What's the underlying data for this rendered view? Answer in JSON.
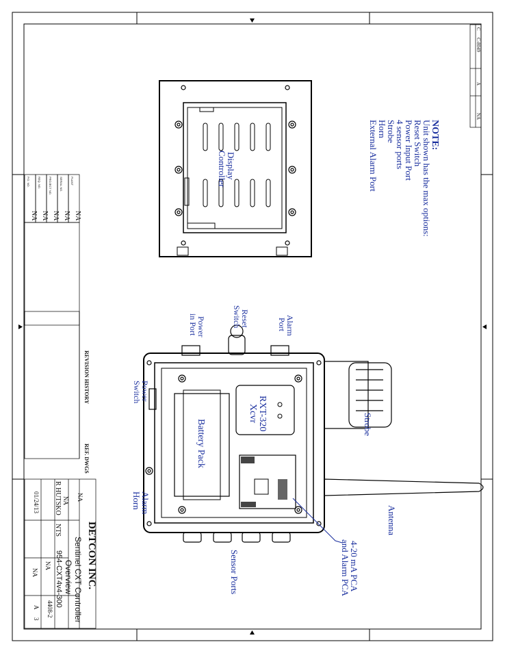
{
  "note": {
    "title": "NOTE:",
    "lines": [
      "Unit shown has the max options:",
      "Reset Switch",
      "Power Input Port",
      "4 sensor ports",
      "Strobe",
      "Horn",
      "External Alarm Port"
    ]
  },
  "callouts": {
    "display_controller": [
      "Display",
      "Controller"
    ],
    "alarm_port": [
      "Alarm",
      "Port"
    ],
    "reset_switch": [
      "Reset",
      "Switch"
    ],
    "power_in_port": [
      "Power",
      "in Port"
    ],
    "power_switch": [
      "Power",
      "Switch"
    ],
    "rxt_xcvr": [
      "RXT-320",
      "Xcvr"
    ],
    "battery_pack": "Battery Pack",
    "strobe": "Strobe",
    "antenna": "Antenna",
    "alarm_horn": [
      "Alarm",
      "Horn"
    ],
    "pca": [
      "4-20 mA PCA",
      "and Alarm PCA"
    ],
    "sensor_ports": "Sensor Ports"
  },
  "title_block": {
    "company": "DETCON INC.",
    "title_line1": "Sentinel CXT Controller",
    "title_line2": "Overview",
    "part_number": "954-CXT4v4-300",
    "drawing_number": "4408-2",
    "size": "A",
    "sheet": "3",
    "client": "NA",
    "project": "NA",
    "drawn_by": "R HUTSKO",
    "scale": "NTS",
    "date": "01/24/13",
    "eng_approval": "NA",
    "qa_approval": "NA"
  },
  "left_table": {
    "labels": [
      "P.O. NO.",
      "REQ. NO.",
      "PROJECT NO.",
      "SERIAL NO.",
      "PLANT"
    ],
    "values": [
      "NA",
      "NA",
      "NA",
      "NA",
      "NA"
    ],
    "revision_header": "REVISION HISTORY",
    "ref_dwgs": "REF. DWGS"
  },
  "top_right_block": {
    "rev_letter": "C",
    "rev_no": "C-8049",
    "rev_a": "A",
    "na": "NA"
  }
}
